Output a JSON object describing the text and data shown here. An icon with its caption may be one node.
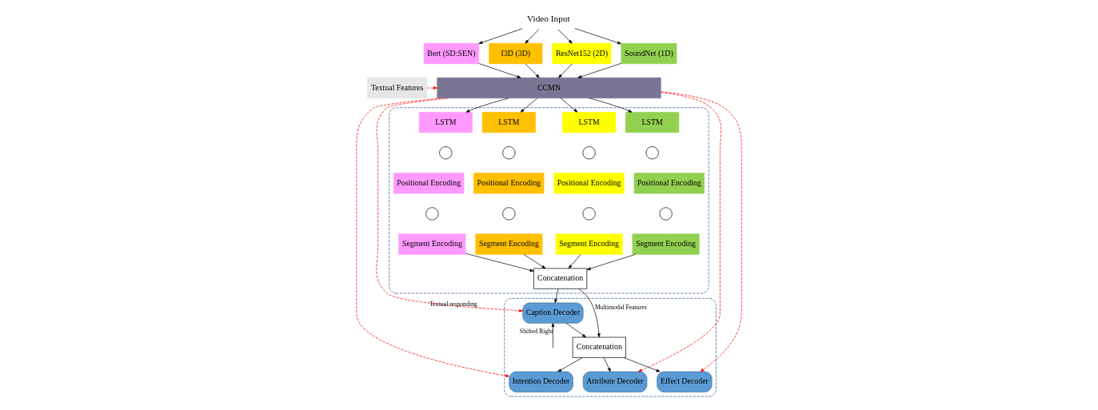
{
  "diagram": {
    "nodes": [
      {
        "text": [
          "Video Input"
        ]
      },
      {
        "text": [
          "Bert (SD:SEN)"
        ]
      },
      {
        "text": [
          "I3D (3D)"
        ]
      },
      {
        "text": [
          "ResNet152 (2D)"
        ]
      },
      {
        "text": [
          "SoundNet (1D)"
        ]
      },
      {
        "text": [
          "Textual Features"
        ]
      },
      {
        "text": [
          "CCMN"
        ]
      },
      {
        "text": [],
        "shape": "box"
      },
      {
        "text": [
          "LSTM"
        ],
        "in": 7
      },
      {
        "text": [
          "LSTM"
        ],
        "in": 7
      },
      {
        "text": [
          "LSTM"
        ],
        "in": 7
      },
      {
        "text": [
          "LSTM"
        ],
        "in": 7
      },
      {
        "text": [],
        "shape": "circle",
        "in": 7
      },
      {
        "text": [],
        "shape": "circle",
        "in": 7
      },
      {
        "text": [],
        "shape": "circle",
        "in": 7
      },
      {
        "text": [],
        "shape": "circle",
        "in": 7
      },
      {
        "text": [
          "Positional Encoding"
        ],
        "in": 7
      },
      {
        "text": [
          "Positional Encoding"
        ],
        "in": 7
      },
      {
        "text": [
          "Positional Encoding"
        ],
        "in": 7
      },
      {
        "text": [
          "Positional Encoding"
        ],
        "in": 7
      },
      {
        "text": [],
        "shape": "circle",
        "in": 7
      },
      {
        "text": [],
        "shape": "circle",
        "in": 7
      },
      {
        "text": [],
        "shape": "circle",
        "in": 7
      },
      {
        "text": [],
        "shape": "circle",
        "in": 7
      },
      {
        "text": [
          "Segment Encoding"
        ],
        "in": 7
      },
      {
        "text": [
          "Segment Encoding"
        ],
        "in": 7
      },
      {
        "text": [
          "Segment Encoding"
        ],
        "in": 7
      },
      {
        "text": [
          "Segment Encoding"
        ],
        "in": 7
      },
      {
        "text": [
          "Concatenation"
        ],
        "in": 7
      },
      {
        "text": [],
        "shape": "box"
      },
      {
        "text": [
          "Intention Decoder"
        ],
        "in": 29
      },
      {
        "text": [
          "Attribute Decoder"
        ],
        "in": 29
      },
      {
        "text": [
          "Effect Decoder"
        ],
        "in": 29
      },
      {
        "text": [
          "Concatenation"
        ],
        "in": 29
      },
      {
        "text": [
          "Caption Decoder"
        ],
        "in": 29
      }
    ],
    "edges": [
      {
        "from": 0,
        "to": 1,
        "arrow": "to"
      },
      {
        "from": 0,
        "to": 2,
        "arrow": "to"
      },
      {
        "from": 0,
        "to": 3,
        "arrow": "to"
      },
      {
        "from": 0,
        "to": 4,
        "arrow": "to"
      },
      {
        "from": 1,
        "to": 6,
        "arrow": "to"
      },
      {
        "from": 2,
        "to": 6,
        "arrow": "to"
      },
      {
        "from": 3,
        "to": 6,
        "arrow": "to"
      },
      {
        "from": 4,
        "to": 6,
        "arrow": "to"
      },
      {
        "from": 5,
        "to": 6,
        "arrow": "to",
        "style": "dashed",
        "color": "#ff0000"
      },
      {
        "from": 6,
        "to": 8,
        "arrow": "to"
      },
      {
        "from": 6,
        "to": 9,
        "arrow": "to"
      },
      {
        "from": 6,
        "to": 10,
        "arrow": "to"
      },
      {
        "from": 6,
        "to": 11,
        "arrow": "to"
      },
      {
        "from": 24,
        "to": 28,
        "arrow": "to"
      },
      {
        "from": 25,
        "to": 28,
        "arrow": "to"
      },
      {
        "from": 26,
        "to": 28,
        "arrow": "to"
      },
      {
        "from": 27,
        "to": 28,
        "arrow": "to"
      },
      {
        "from": 6,
        "to": 30,
        "arrow": "to",
        "style": "dashed",
        "color": "#ff0000"
      },
      {
        "from": 6,
        "to": 31,
        "arrow": "to",
        "style": "dashed",
        "color": "#ff0000"
      },
      {
        "from": 6,
        "to": 32,
        "arrow": "to",
        "style": "dashed",
        "color": "#ff0000"
      },
      {
        "from": 6,
        "to": 34,
        "label": "Textual responding",
        "arrow": "to",
        "style": "dashed",
        "color": "#ff0000"
      },
      {
        "from": 33,
        "to": 30,
        "arrow": "to"
      },
      {
        "from": 33,
        "to": 31,
        "arrow": "to"
      },
      {
        "from": 33,
        "to": 32,
        "arrow": "to"
      },
      {
        "from": 34,
        "to": 33,
        "arrow": "to"
      },
      {
        "from": null,
        "to": 34,
        "label": "Shifted Right",
        "arrow": "to"
      },
      {
        "from": 28,
        "to": 33,
        "label": "Multimodal Features",
        "arrow": "to"
      },
      {
        "from": 28,
        "to": 34,
        "arrow": "to"
      }
    ]
  }
}
